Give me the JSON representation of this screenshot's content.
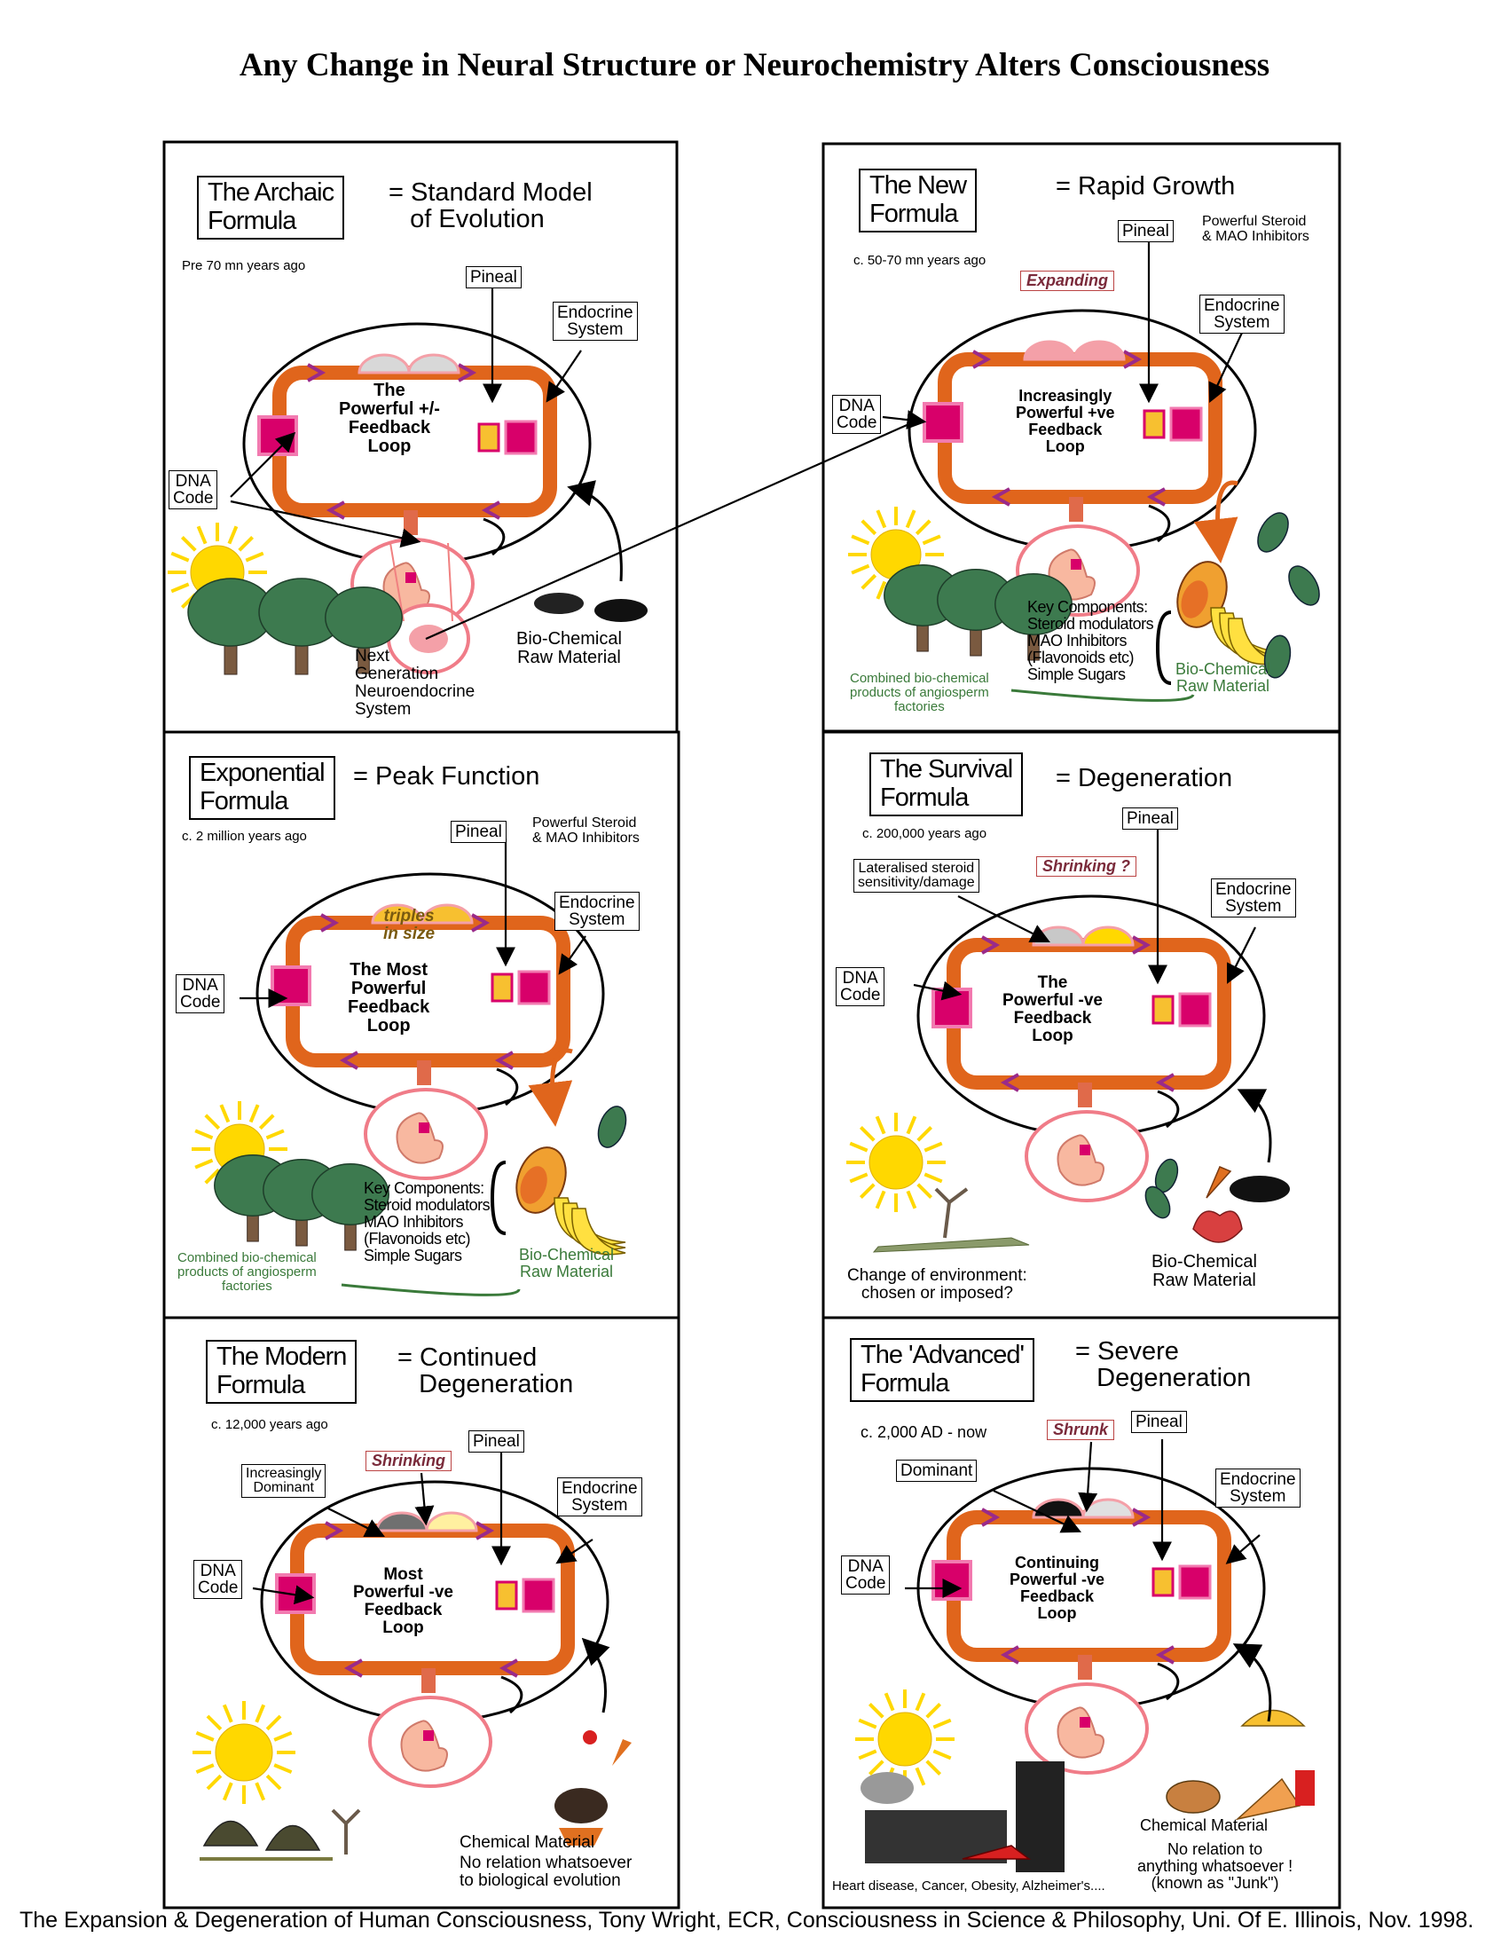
{
  "title": "Any Change in Neural Structure or Neurochemistry Alters Consciousness",
  "footer": "The Expansion & Degeneration of Human Consciousness, Tony Wright, ECR, Consciousness in Science & Philosophy, Uni. Of E. Illinois, Nov. 1998.",
  "colors": {
    "loop": "#e0651c",
    "dna": "#d8006a",
    "arrow": "#9a2a8a",
    "pineal": "#f4a0a8",
    "embryo": "#f07c88",
    "foliage": "#3d7a4f",
    "sun": "#ffd800"
  },
  "common": {
    "pineal": "Pineal",
    "endocrine": "Endocrine\nSystem",
    "dna": "DNA\nCode",
    "steroid_note": "Powerful Steroid\n& MAO Inhibitors",
    "key_components": "Key Components:\nSteroid modulators\nMAO Inhibitors\n(Flavonoids etc)\nSimple Sugars",
    "biochem": "Bio-Chemical\nRaw Material",
    "combined": "Combined bio-chemical\nproducts of angiosperm\nfactories"
  },
  "panels": {
    "archaic": {
      "formula": "The Archaic\nFormula",
      "equals": "= Standard Model\n   of Evolution",
      "era": "Pre 70 mn years ago",
      "loop": "The\nPowerful +/-\nFeedback\nLoop",
      "next_gen": "Next\nGeneration\nNeuroendocrine\nSystem"
    },
    "new": {
      "formula": "The New\nFormula",
      "equals": "= Rapid Growth",
      "era": "c. 50-70 mn years ago",
      "tag": "Expanding",
      "loop": "Increasingly\nPowerful +ve\nFeedback\nLoop"
    },
    "exponential": {
      "formula": "Exponential\nFormula",
      "equals": "= Peak Function",
      "era": "c. 2 million years ago",
      "pineal_text": "triples\nin size",
      "loop": "The Most\nPowerful\nFeedback\nLoop"
    },
    "survival": {
      "formula": "The Survival\nFormula",
      "equals": "= Degeneration",
      "era": "c. 200,000 years ago",
      "tag": "Shrinking ?",
      "lateral": "Lateralised steroid\nsensitivity/damage",
      "loop": "The\nPowerful -ve\nFeedback\nLoop",
      "env": "Change of environment:\nchosen or imposed?"
    },
    "modern": {
      "formula": "The Modern\nFormula",
      "equals": "= Continued\n   Degeneration",
      "era": "c. 12,000 years ago",
      "tag": "Shrinking",
      "dominant": "Increasingly\nDominant",
      "loop": "Most\nPowerful -ve\nFeedback\nLoop",
      "chem": "Chemical Material",
      "chem_note": "No relation whatsoever\nto biological evolution"
    },
    "advanced": {
      "formula": "The 'Advanced'\nFormula",
      "equals": "= Severe\n   Degeneration",
      "era": "c. 2,000 AD - now",
      "tag": "Shrunk",
      "dominant": "Dominant",
      "loop": "Continuing\nPowerful -ve\nFeedback\nLoop",
      "chem": "Chemical Material",
      "chem_note": "No relation to\nanything whatsoever !\n(known as \"Junk\")",
      "diseases": "Heart disease, Cancer, Obesity, Alzheimer's...."
    }
  }
}
